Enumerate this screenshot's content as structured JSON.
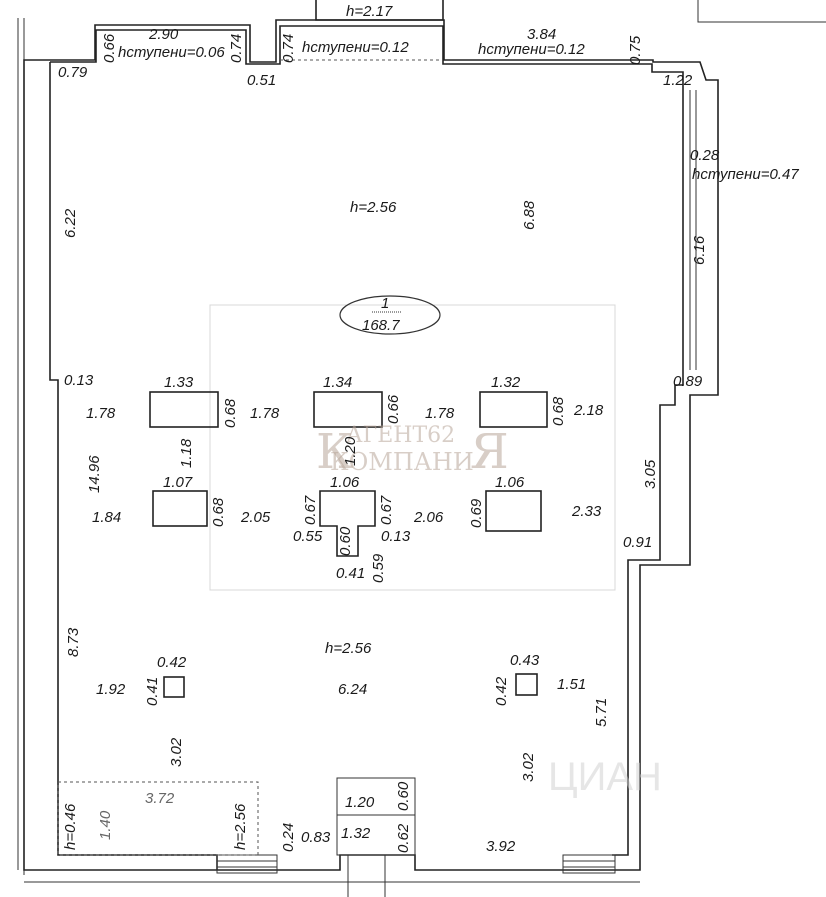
{
  "room": {
    "number": "1",
    "area": "168.7"
  },
  "heights": {
    "top": "h=2.17",
    "upper": "h=2.56",
    "lower": "h=2.56",
    "corner_a": "h=0.46",
    "corner_b": "h=2.56"
  },
  "steps": {
    "left": "hступени=0.06",
    "mid": "hступени=0.12",
    "right": "hступени=0.12",
    "side": "hступени=0.47"
  },
  "dimensions": {
    "d_2_90": "2.90",
    "d_0_66": "0.66",
    "d_0_74a": "0.74",
    "d_0_74b": "0.74",
    "d_3_84": "3.84",
    "d_0_75": "0.75",
    "d_0_79": "0.79",
    "d_0_51": "0.51",
    "d_1_22": "1.22",
    "d_0_28": "0.28",
    "d_6_22": "6.22",
    "d_6_88": "6.88",
    "d_6_16": "6.16",
    "d_0_13a": "0.13",
    "d_0_89": "0.89",
    "d_1_33": "1.33",
    "d_1_34": "1.34",
    "d_1_32a": "1.32",
    "d_1_78a": "1.78",
    "d_0_68a": "0.68",
    "d_1_78b": "1.78",
    "d_0_66b": "0.66",
    "d_1_78c": "1.78",
    "d_0_68b": "0.68",
    "d_2_18": "2.18",
    "d_1_18": "1.18",
    "d_1_20a": "1.20",
    "d_14_96": "14.96",
    "d_3_05": "3.05",
    "d_1_07": "1.07",
    "d_1_06a": "1.06",
    "d_1_06b": "1.06",
    "d_1_84": "1.84",
    "d_0_68c": "0.68",
    "d_2_05": "2.05",
    "d_0_67a": "0.67",
    "d_0_67b": "0.67",
    "d_2_06": "2.06",
    "d_0_69": "0.69",
    "d_2_33": "2.33",
    "d_0_55": "0.55",
    "d_0_60a": "0.60",
    "d_0_13b": "0.13",
    "d_0_59": "0.59",
    "d_0_41a": "0.41",
    "d_0_91": "0.91",
    "d_8_73": "8.73",
    "d_0_42a": "0.42",
    "d_0_43": "0.43",
    "d_1_92": "1.92",
    "d_0_41b": "0.41",
    "d_6_24": "6.24",
    "d_0_42b": "0.42",
    "d_1_51": "1.51",
    "d_5_71": "5.71",
    "d_3_02a": "3.02",
    "d_3_02b": "3.02",
    "d_3_72": "3.72",
    "d_1_40": "1.40",
    "d_1_20b": "1.20",
    "d_0_60b": "0.60",
    "d_0_24": "0.24",
    "d_0_83": "0.83",
    "d_1_32b": "1.32",
    "d_0_62": "0.62",
    "d_3_92": "3.92"
  },
  "watermark": {
    "big_k": "К",
    "big_ya": "Я",
    "line1": "АГЕНТ62",
    "line2": "КОМПАНИ",
    "corner": "ЦИАН"
  }
}
